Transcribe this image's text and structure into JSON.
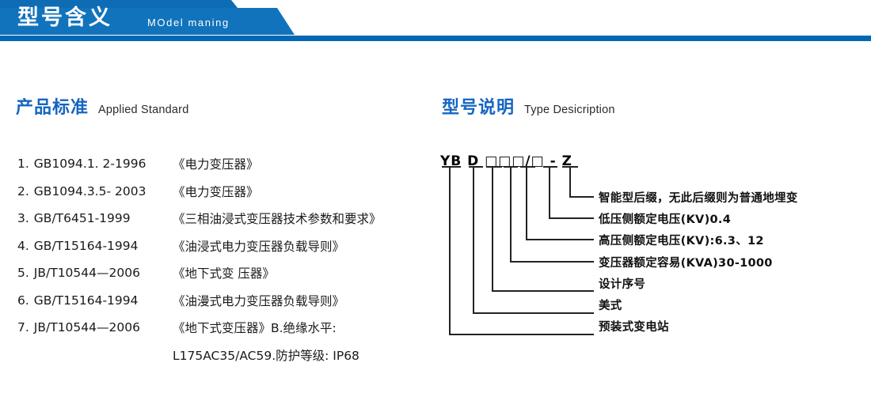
{
  "header": {
    "title": "型号含义",
    "subtitle": "MOdel maning",
    "bar_color": "#0E6CB4",
    "step_color": "#1C7FC4"
  },
  "sections": {
    "left": {
      "title_cn": "产品标准",
      "title_en": "Applied Standard"
    },
    "right": {
      "title_cn": "型号说明",
      "title_en": "Type Desicription"
    }
  },
  "standards": [
    {
      "num": "1.",
      "code": "GB1094.1. 2-1996",
      "name": "《电力变压器》"
    },
    {
      "num": "2.",
      "code": "GB1094.3.5- 2003",
      "name": "《电力变压器》"
    },
    {
      "num": "3.",
      "code": "GB/T6451-1999",
      "name": "《三相油浸式变压器技术参数和要求》"
    },
    {
      "num": "4.",
      "code": "GB/T15164-1994",
      "name": "《油浸式电力变压器负载导则》"
    },
    {
      "num": "5.",
      "code": "JB/T10544—2006",
      "name": "《地下式变 压器》"
    },
    {
      "num": "6.",
      "code": "GB/T15164-1994",
      "name": "《油漫式电力变压器负载导则》"
    },
    {
      "num": "7.",
      "code": "JB/T10544—2006",
      "name": "《地下式变压器》B.绝缘水平:"
    }
  ],
  "standards_continuation": "L175AC35/AC59.防护等级: IP68",
  "type_code": {
    "text": "YB D □□□/□ - Z",
    "segments": [
      "YB",
      "D",
      "□",
      "□",
      "□",
      "/□",
      "-",
      "Z"
    ]
  },
  "type_labels": [
    {
      "text": "智能型后缀，无此后缀则为普通地埋变"
    },
    {
      "text": "低压侧额定电压(KV)0.4"
    },
    {
      "text": "高压侧额定电压(KV):6.3、12"
    },
    {
      "text": "变压器额定容易(KVA)30-1000"
    },
    {
      "text": "设计序号"
    },
    {
      "text": "美式"
    },
    {
      "text": "预装式变电站"
    }
  ],
  "colors": {
    "brand_blue": "#0E6CB4",
    "heading_blue": "#1565C0",
    "text_dark": "#1a1a1a",
    "line": "#222222"
  }
}
